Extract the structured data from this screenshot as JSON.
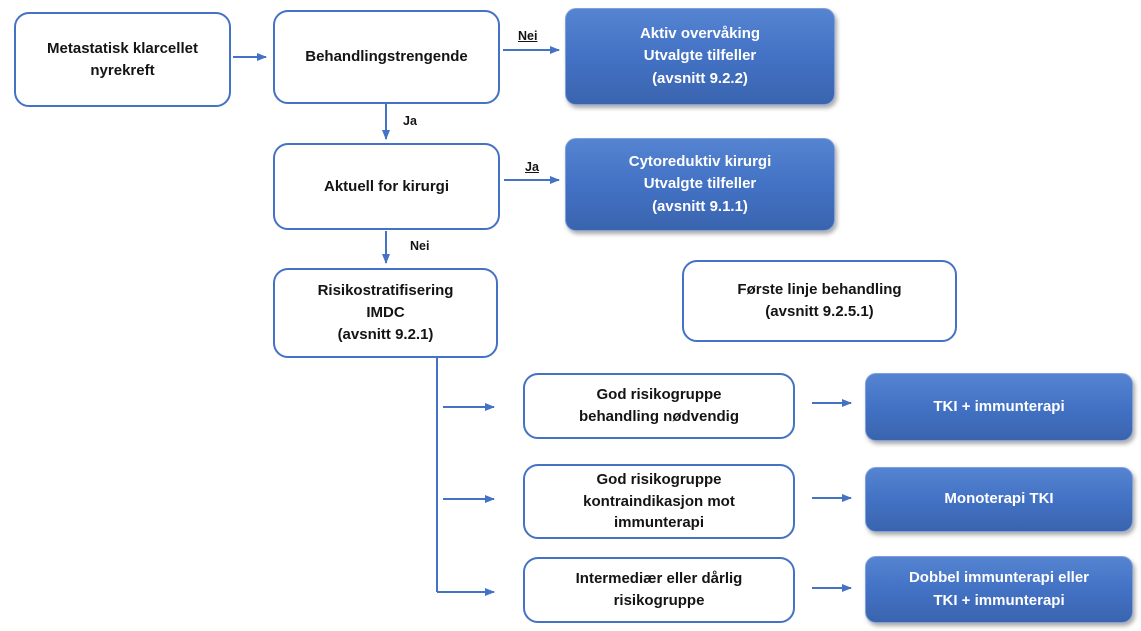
{
  "diagram": {
    "nodes": {
      "metastatisk": {
        "text": "Metastatisk klarcellet\nnyrekreft",
        "style": "white"
      },
      "behandlingstrengende": {
        "text": "Behandlingstrengende",
        "style": "white"
      },
      "aktiv_overvaking": {
        "text": "Aktiv overvåking\nUtvalgte tilfeller\n(avsnitt 9.2.2)",
        "style": "blue"
      },
      "aktuell_kirurgi": {
        "text": "Aktuell for kirurgi",
        "style": "white"
      },
      "cytoreduktiv": {
        "text": "Cytoreduktiv kirurgi\nUtvalgte tilfeller\n(avsnitt 9.1.1)",
        "style": "blue"
      },
      "risikostratifisering": {
        "text": "Risikostratifisering\nIMDC\n(avsnitt 9.2.1)",
        "style": "white"
      },
      "forste_linje": {
        "text": "Første linje behandling\n(avsnitt 9.2.5.1)",
        "style": "white"
      },
      "god_risiko_behandling": {
        "text": "God risikogruppe\nbehandling nødvendig",
        "style": "white"
      },
      "tki_immunterapi": {
        "text": "TKI + immunterapi",
        "style": "blue"
      },
      "god_risiko_kontra": {
        "text": "God risikogruppe\nkontraindikasjon mot\nimmunterapi",
        "style": "white"
      },
      "monoterapi_tki": {
        "text": "Monoterapi TKI",
        "style": "blue"
      },
      "intermediar_darlig": {
        "text": "Intermediær eller dårlig\nrisikogruppe",
        "style": "white"
      },
      "dobbel_immunterapi": {
        "text": "Dobbel immunterapi eller\nTKI + immunterapi",
        "style": "blue"
      }
    },
    "edge_labels": {
      "nei_top": "Nei",
      "ja_down": "Ja",
      "ja_right": "Ja",
      "nei_down": "Nei"
    },
    "colors": {
      "accent": "#4472C4",
      "blue_box_top": "#5584D1",
      "blue_box_bottom": "#3A64AE",
      "blue_box_border": "#7FA0DA",
      "white_box_bg": "#FFFFFF",
      "text_dark": "#141414",
      "text_light": "#FFFFFF"
    }
  }
}
